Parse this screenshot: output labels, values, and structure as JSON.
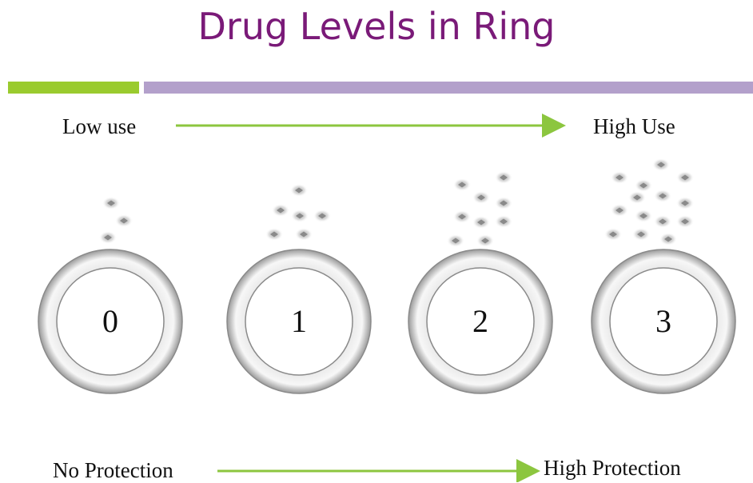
{
  "title": "Drug Levels in Ring",
  "top_scale": {
    "left_label": "Low use",
    "right_label": "High Use"
  },
  "bottom_scale": {
    "left_label": "No Protection",
    "right_label": "High Protection"
  },
  "rings": [
    {
      "label": "0",
      "particle_count": 3
    },
    {
      "label": "1",
      "particle_count": 6
    },
    {
      "label": "2",
      "particle_count": 9
    },
    {
      "label": "3",
      "particle_count": 14
    }
  ],
  "colors": {
    "title": "#7a1a78",
    "accent_green": "#9acb2e",
    "accent_purple": "#b3a0cb",
    "arrow": "#8cc63f"
  }
}
